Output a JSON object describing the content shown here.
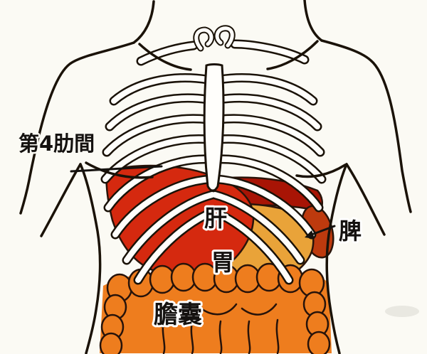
{
  "figure": {
    "type": "anatomy-diagram",
    "description": "Chest and upper abdomen anatomy: ribcage over liver, stomach, spleen, intestines",
    "labels": {
      "intercostal_space": "第4肋間",
      "liver": "肝",
      "stomach": "胃",
      "spleen": "脾",
      "gallbladder": "膽囊"
    },
    "colors": {
      "background": "#fbfaf4",
      "outline": "#1a1208",
      "bone_fill": "#fffefb",
      "liver_red": "#d5290f",
      "liver_dark_red": "#a81405",
      "spleen_red": "#bd3a0e",
      "stomach_orange": "#e9a339",
      "intestine_orange": "#ee7d1e"
    }
  }
}
